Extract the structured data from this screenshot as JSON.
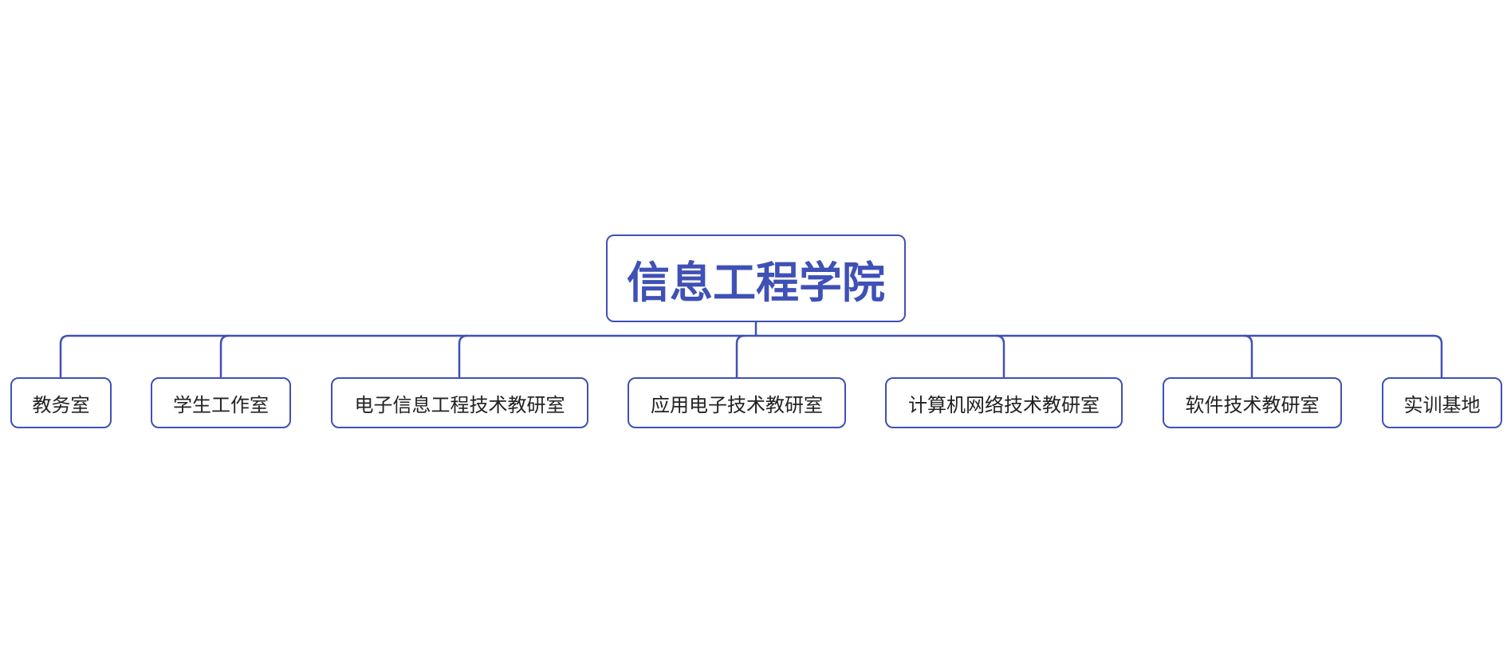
{
  "diagram": {
    "type": "org-chart",
    "colors": {
      "accent": "#3f51b5",
      "text": "#222222",
      "background": "#ffffff"
    },
    "root": {
      "label": "信息工程学院"
    },
    "children": [
      {
        "label": "教务室"
      },
      {
        "label": "学生工作室"
      },
      {
        "label": "电子信息工程技术教研室"
      },
      {
        "label": "应用电子技术教研室"
      },
      {
        "label": "计算机网络技术教研室"
      },
      {
        "label": "软件技术教研室"
      },
      {
        "label": "实训基地"
      }
    ]
  }
}
